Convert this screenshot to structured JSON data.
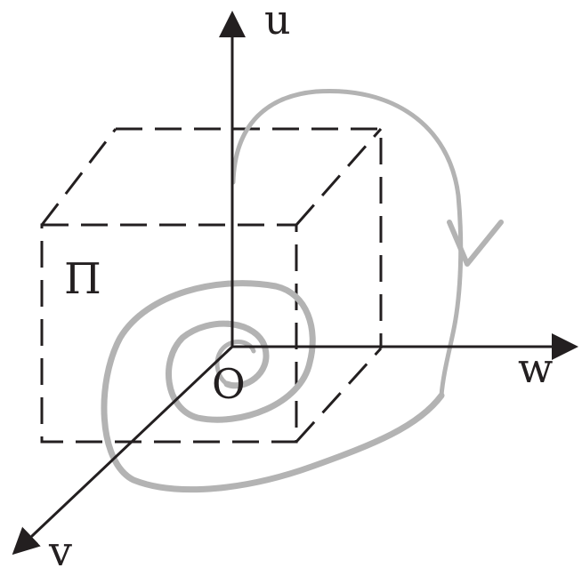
{
  "labels": {
    "u_axis": "u",
    "v_axis": "v",
    "w_axis": "w",
    "origin": "O",
    "region": "Π"
  },
  "colors": {
    "ink": "#231f20",
    "trajectory": "#b3b3b3",
    "background": "#ffffff"
  }
}
